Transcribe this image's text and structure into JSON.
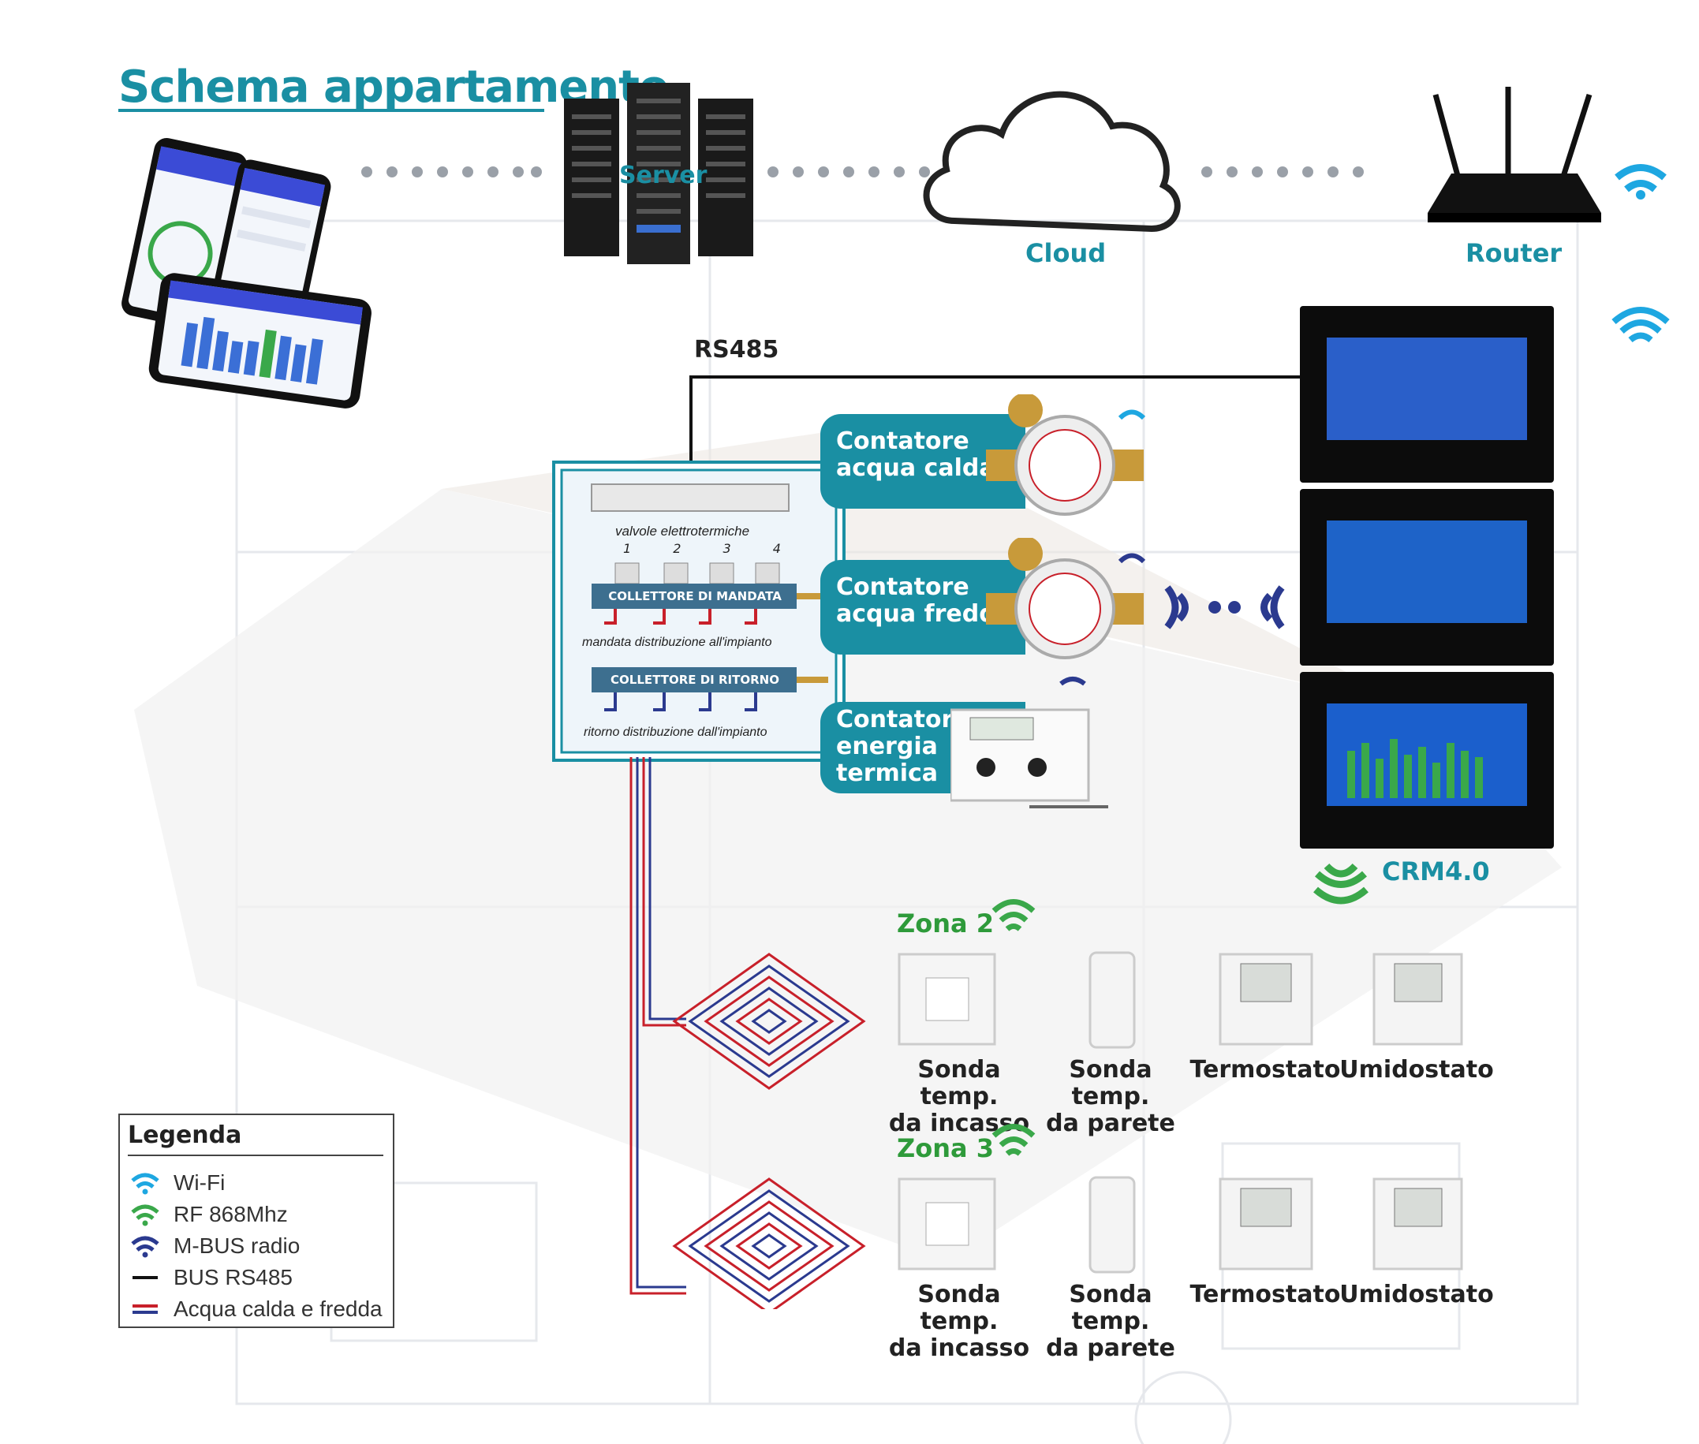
{
  "title": "Schema appartamento",
  "top_labels": {
    "server": "Server",
    "cloud": "Cloud",
    "router": "Router"
  },
  "bus_label": "RS485",
  "manifold": {
    "valves_caption": "valvole elettrotermiche",
    "supply_collector": "COLLETTORE DI MANDATA",
    "supply_caption": "mandata distribuzione all'impianto",
    "return_collector": "COLLETTORE DI RITORNO",
    "return_caption": "ritorno distribuzione dall'impianto",
    "outlet_numbers": [
      "1",
      "2",
      "3",
      "4"
    ]
  },
  "meters": [
    {
      "line1": "Contatore",
      "line2": "acqua calda",
      "line3": ""
    },
    {
      "line1": "Contatore",
      "line2": "acqua fredda",
      "line3": ""
    },
    {
      "line1": "Contatore",
      "line2": "energia",
      "line3": "termica"
    }
  ],
  "crm_label": "CRM4.0",
  "zones": [
    {
      "name": "Zona 2",
      "devices": [
        {
          "line1": "Sonda temp.",
          "line2": "da incasso"
        },
        {
          "line1": "Sonda temp.",
          "line2": "da parete"
        },
        {
          "line1": "Termostato",
          "line2": ""
        },
        {
          "line1": "Umidostato",
          "line2": ""
        }
      ]
    },
    {
      "name": "Zona 3",
      "devices": [
        {
          "line1": "Sonda temp.",
          "line2": "da incasso"
        },
        {
          "line1": "Sonda temp.",
          "line2": "da parete"
        },
        {
          "line1": "Termostato",
          "line2": ""
        },
        {
          "line1": "Umidostato",
          "line2": ""
        }
      ]
    }
  ],
  "legend": {
    "title": "Legenda",
    "items": [
      {
        "label": "Wi-Fi",
        "icon": "wifi-icon",
        "color": "#1ea7e1"
      },
      {
        "label": "RF 868Mhz",
        "icon": "wifi-icon",
        "color": "#3aa84a"
      },
      {
        "label": "M-BUS radio",
        "icon": "wifi-icon",
        "color": "#2b3a8f"
      },
      {
        "label": "BUS RS485",
        "icon": "line-icon",
        "color": "#111111"
      },
      {
        "label": "Acqua calda e fredda",
        "icon": "pipe-icon",
        "color": "#c8202a"
      }
    ]
  },
  "colors": {
    "accent": "#1a8fa3",
    "wifi": "#1ea7e1",
    "rf": "#3aa84a",
    "mbus": "#2b3a8f",
    "hot": "#c8202a",
    "cold": "#2b3a8f"
  }
}
